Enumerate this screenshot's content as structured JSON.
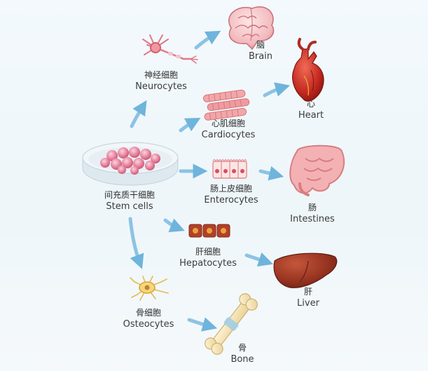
{
  "source": {
    "zh": "间充质干细胞",
    "en": "Stem cells"
  },
  "cell_types": [
    {
      "zh": "神经细胞",
      "en": "Neurocytes"
    },
    {
      "zh": "心肌细胞",
      "en": "Cardiocytes"
    },
    {
      "zh": "肠上皮细胞",
      "en": "Enterocytes"
    },
    {
      "zh": "肝细胞",
      "en": "Hepatocytes"
    },
    {
      "zh": "骨细胞",
      "en": "Osteocytes"
    }
  ],
  "organs": [
    {
      "zh": "脑",
      "en": "Brain"
    },
    {
      "zh": "心",
      "en": "Heart"
    },
    {
      "zh": "肠",
      "en": "Intestines"
    },
    {
      "zh": "肝",
      "en": "Liver"
    },
    {
      "zh": "骨",
      "en": "Bone"
    }
  ],
  "colors": {
    "arrow": "#6fb4dc",
    "dish": "#e7eef3",
    "cell": "#e58aa2",
    "muscle": "#ef9aa0",
    "heart": "#c9302c",
    "liver": "#9e3a26",
    "intestine": "#f0a1a4",
    "bone": "#f3e2b5"
  }
}
